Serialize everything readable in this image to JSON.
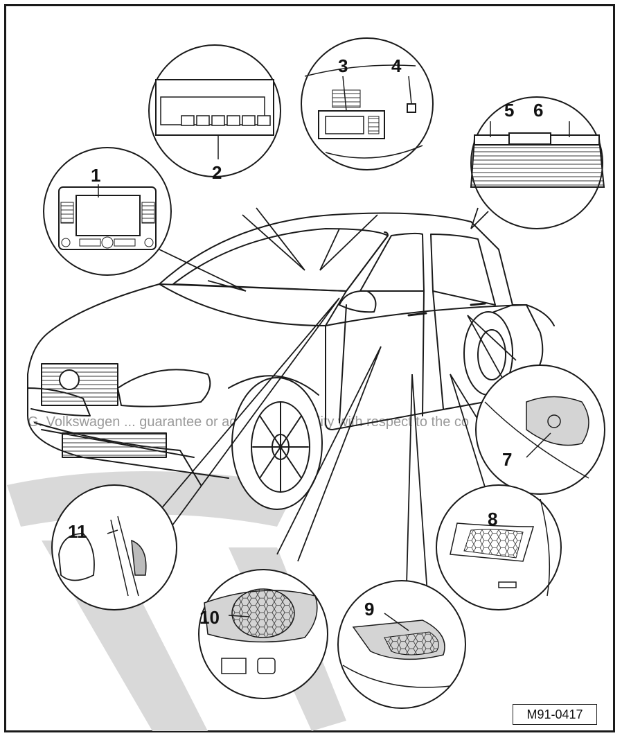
{
  "figure": {
    "reference_code": "M91-0417",
    "watermark_text": "G. Volkswagen ... guarantee or accept any liability with respect to the co",
    "line_color": "#1a1a1a",
    "watermark_color": "#d6d6d6"
  },
  "callouts": [
    {
      "id": "1",
      "label": "1"
    },
    {
      "id": "2",
      "label": "2"
    },
    {
      "id": "3",
      "label": "3"
    },
    {
      "id": "4",
      "label": "4"
    },
    {
      "id": "5",
      "label": "5"
    },
    {
      "id": "6",
      "label": "6"
    },
    {
      "id": "7",
      "label": "7"
    },
    {
      "id": "8",
      "label": "8"
    },
    {
      "id": "9",
      "label": "9"
    },
    {
      "id": "10",
      "label": "10"
    },
    {
      "id": "11",
      "label": "11"
    }
  ]
}
